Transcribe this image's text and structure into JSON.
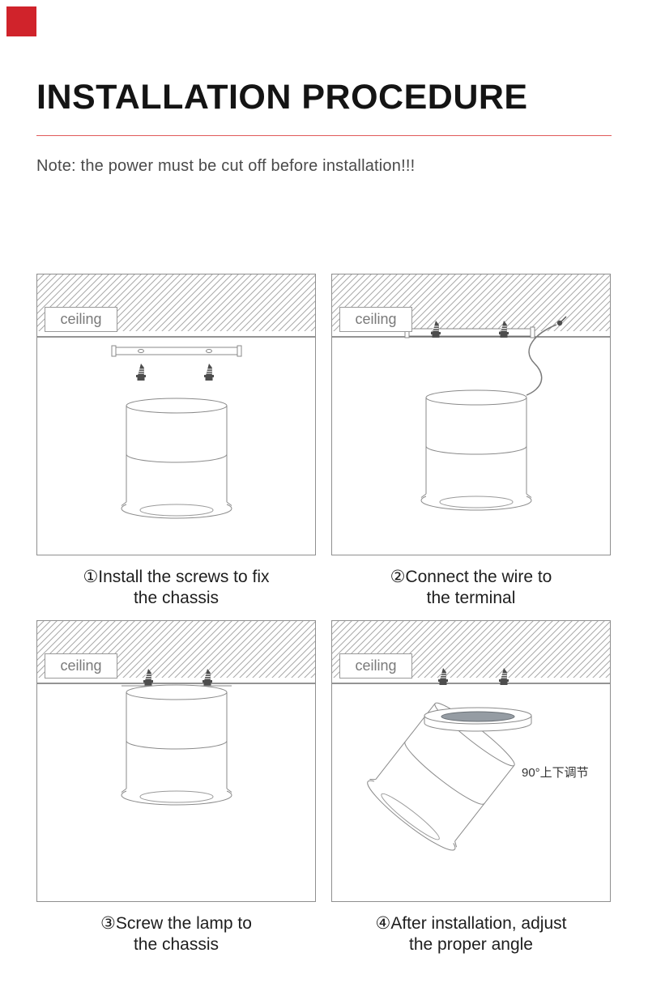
{
  "logo": {
    "color": "#d0232b"
  },
  "header": {
    "title": "INSTALLATION PROCEDURE",
    "note": "Note: the power must be cut off before installation!!!",
    "accent_color": "#e05a5a"
  },
  "panels": [
    {
      "step": 1,
      "ceiling_label": "ceiling",
      "caption": "①Install the screws to fix\nthe chassis"
    },
    {
      "step": 2,
      "ceiling_label": "ceiling",
      "caption": "②Connect the wire to\nthe terminal"
    },
    {
      "step": 3,
      "ceiling_label": "ceiling",
      "caption": "③Screw the lamp to\nthe chassis"
    },
    {
      "step": 4,
      "ceiling_label": "ceiling",
      "caption": "④After installation, adjust\nthe proper angle",
      "annotation": "90°上下调节"
    }
  ]
}
